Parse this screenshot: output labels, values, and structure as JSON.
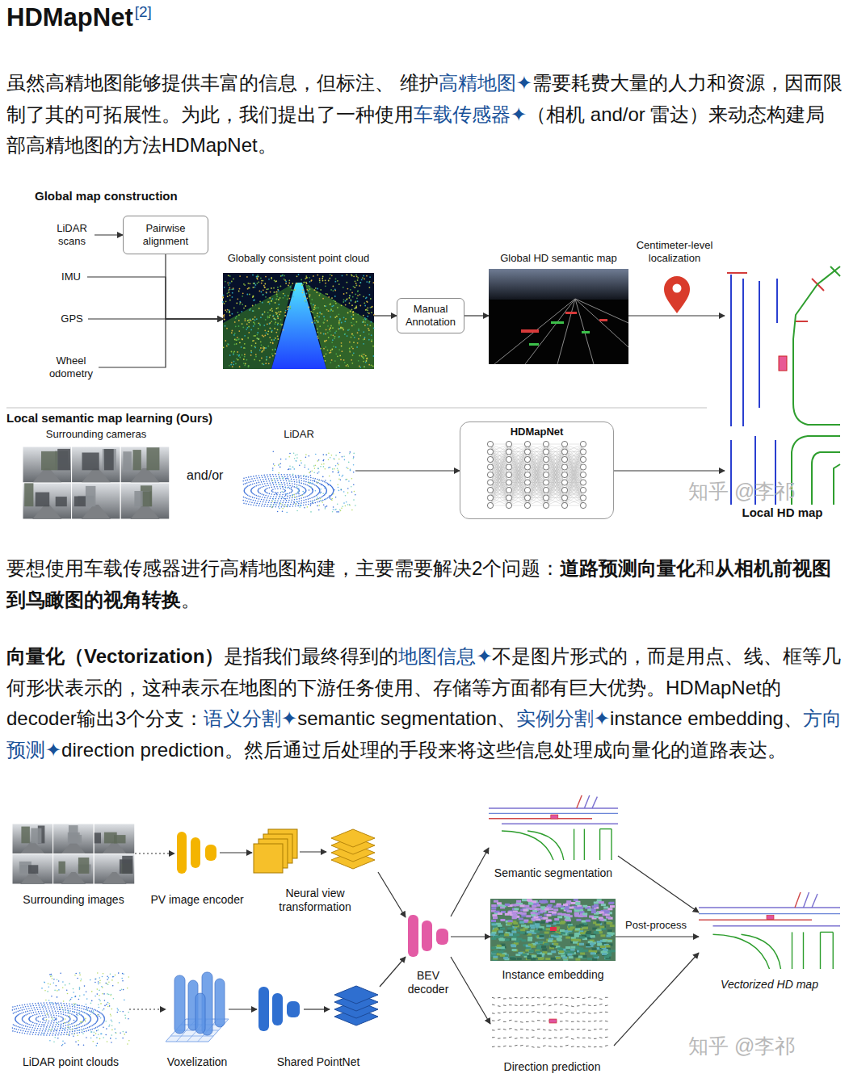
{
  "diagram": {
    "title": "HDMapNet",
    "nodes": [
      {
        "text": [
          "LiDAR scans"
        ]
      },
      {
        "text": [
          "Pairwise alignment"
        ]
      },
      {
        "text": [
          "IMU"
        ]
      },
      {
        "text": [
          "GPS"
        ]
      },
      {
        "text": [
          "Wheel odometry"
        ]
      },
      {
        "text": [
          "Globally consistent point cloud"
        ]
      },
      {
        "text": [
          "Manual Annotation"
        ]
      },
      {
        "text": [
          "Global HD semantic map"
        ]
      },
      {
        "text": [
          "Surrounding cameras"
        ]
      },
      {
        "text": [
          "LiDAR"
        ]
      },
      {
        "text": [
          "HDMapNet"
        ]
      },
      {
        "text": [
          "Local HD map"
        ]
      },
      {
        "text": [
          "Surrounding images"
        ]
      },
      {
        "text": [
          "PV image encoder"
        ]
      },
      {
        "text": [
          "Neural view transformation"
        ]
      },
      {
        "text": [
          "BEV decoder"
        ]
      },
      {
        "text": [
          "Semantic segmentation"
        ]
      },
      {
        "text": [
          "Instance embedding"
        ]
      },
      {
        "text": [
          "Direction prediction"
        ]
      },
      {
        "text": [
          "Vectorized HD map"
        ]
      },
      {
        "text": [
          "LiDAR point clouds"
        ]
      },
      {
        "text": [
          "Voxelization"
        ]
      },
      {
        "text": [
          "Shared PointNet"
        ]
      }
    ],
    "edges": [
      {
        "from": 0,
        "to": 1,
        "arrow": "to"
      },
      {
        "from": 1,
        "to": 5,
        "arrow": "to"
      },
      {
        "from": 2,
        "to": 5,
        "arrow": "to"
      },
      {
        "from": 3,
        "to": 5,
        "arrow": "to"
      },
      {
        "from": 4,
        "to": 5,
        "arrow": "to"
      },
      {
        "from": 5,
        "to": 6,
        "arrow": "to"
      },
      {
        "from": 6,
        "to": 7,
        "arrow": "to"
      },
      {
        "from": 7,
        "to": 11,
        "label": "Centimeter-level localization",
        "arrow": "to"
      },
      {
        "from": 9,
        "to": 10,
        "arrow": "to"
      },
      {
        "from": 10,
        "to": 11,
        "arrow": "to"
      },
      {
        "from": 12,
        "to": 13,
        "arrow": "to"
      },
      {
        "from": 13,
        "to": 14,
        "arrow": "to"
      },
      {
        "from": 14,
        "to": 15,
        "arrow": "to"
      },
      {
        "from": 15,
        "to": 16,
        "arrow": "to"
      },
      {
        "from": 15,
        "to": 17,
        "arrow": "to"
      },
      {
        "from": 15,
        "to": 18,
        "arrow": "to"
      },
      {
        "from": 16,
        "to": 19,
        "arrow": "to"
      },
      {
        "from": 17,
        "to": 19,
        "label": "Post-process",
        "arrow": "to"
      },
      {
        "from": 18,
        "to": 19,
        "arrow": "to"
      },
      {
        "from": 20,
        "to": 21,
        "arrow": "to"
      },
      {
        "from": 21,
        "to": 22,
        "arrow": "to"
      },
      {
        "from": 22,
        "to": 15,
        "arrow": "to"
      }
    ],
    "labels": [
      "[2]",
      "虽然高精地图能够提供丰富的信息，但标注、 维护",
      "高精地图✦",
      "需要耗费大量的人力和资源，因而限制了其的可拓展性。为此，我们提出了一种使用",
      "车载传感器✦",
      "（相机 and/or 雷达）来动态构建局部高精地图的方法HDMapNet。",
      "要想使用车载传感器进行高精地图构建，主要需要解决2个问题：",
      "道路预测向量化",
      "和",
      "从相机前视图到鸟瞰图的视角转换",
      "。",
      "向量化（Vectorization）",
      "是指我们最终得到的",
      "地图信息✦",
      "不是图片形式的，而是用点、线、框等几何形状表示的，这种表示在地图的下游任务使用、存储等方面都有巨大优势。HDMapNet的decoder输出3个分支：",
      "语义分割✦",
      "semantic segmentation、",
      "实例分割✦",
      "instance embedding、",
      "方向预测✦",
      "direction prediction。然后通过后处理的手段来将这些信息处理成向量化的道路表达。",
      "Global map construction",
      "Local semantic map learning (Ours)",
      "and/or",
      "知乎 @李祁",
      "知乎 @李祁"
    ]
  }
}
